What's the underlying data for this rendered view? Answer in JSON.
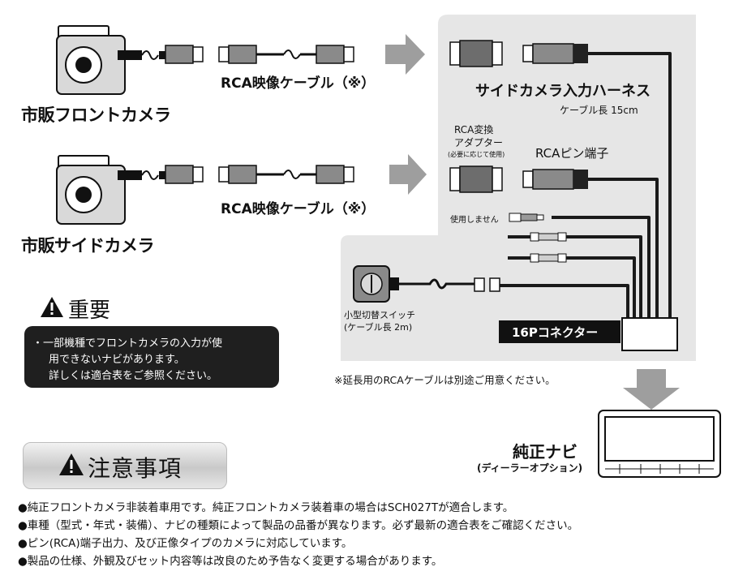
{
  "labels": {
    "front_camera": "市販フロントカメラ",
    "side_camera": "市販サイドカメラ",
    "rca_cable_1": "RCA映像ケーブル（※）",
    "rca_cable_2": "RCA映像ケーブル（※）",
    "harness_title": "サイドカメラ入力ハーネス",
    "cable_length": "ケーブル長 15cm",
    "adapter_line1": "RCA変換",
    "adapter_line2": "アダプター",
    "adapter_note": "(必要に応じて使用)",
    "rca_pin": "RCAピン端子",
    "unused": "使用しません",
    "switch_line1": "小型切替スイッチ",
    "switch_line2": "(ケーブル長 2m)",
    "connector": "16Pコネクター",
    "extension_note": "※延長用のRCAケーブルは別途ご用意ください。",
    "navi_title": "純正ナビ",
    "navi_subtitle": "(ディーラーオプション)"
  },
  "important": {
    "title": "重要",
    "lines": [
      "・一部機種でフロントカメラの入力が使",
      "用できないナビがあります。",
      "詳しくは適合表をご参照ください。"
    ]
  },
  "caution": {
    "title": "注意事項"
  },
  "notes": [
    "●純正フロントカメラ非装着車用です。純正フロントカメラ装着車の場合はSCH027Tが適合します。",
    "●車種（型式・年式・装備）、ナビの種類によって製品の品番が異なります。必ず最新の適合表をご確認ください。",
    "●ピン(RCA)端子出力、及び正像タイプのカメラに対応しています。",
    "●製品の仕様、外観及びセット内容等は改良のため予告なく変更する場合があります。"
  ],
  "colors": {
    "panel_bg": "#e6e6e6",
    "arrow_gray": "#9e9e9e",
    "dark": "#1f1f1f",
    "cable": "#1a1a1a"
  },
  "icons": [
    "camera-icon",
    "warning-icon",
    "switch-icon",
    "navi-monitor-icon",
    "arrow-icon"
  ]
}
